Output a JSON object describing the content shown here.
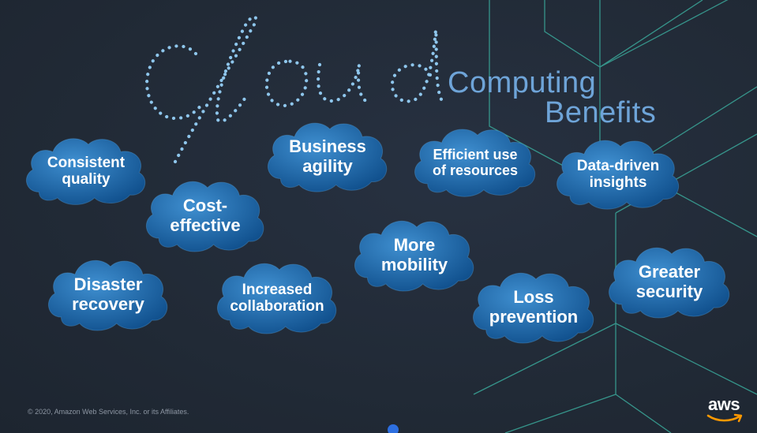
{
  "title": {
    "script_word": "cloud",
    "line1": "Computing",
    "line2": "Benefits"
  },
  "benefits": [
    {
      "label": "Consistent\nquality"
    },
    {
      "label": "Cost-\neffective"
    },
    {
      "label": "Business\nagility"
    },
    {
      "label": "Efficient use\nof resources"
    },
    {
      "label": "Data-driven\ninsights"
    },
    {
      "label": "More\nmobility"
    },
    {
      "label": "Disaster\nrecovery"
    },
    {
      "label": "Increased\ncollaboration"
    },
    {
      "label": "Loss\nprevention"
    },
    {
      "label": "Greater\nsecurity"
    }
  ],
  "footer": {
    "copyright": "© 2020, Amazon Web Services, Inc. or its Affiliates."
  },
  "logo": {
    "text": "aws",
    "icon": "aws-smile-arrow-icon"
  },
  "colors": {
    "background": "#222b38",
    "cloud_light": "#3f8fd0",
    "cloud_dark": "#0e4d8a",
    "title_blue": "#6ea4d8",
    "lines_teal": "#3aa89a"
  }
}
